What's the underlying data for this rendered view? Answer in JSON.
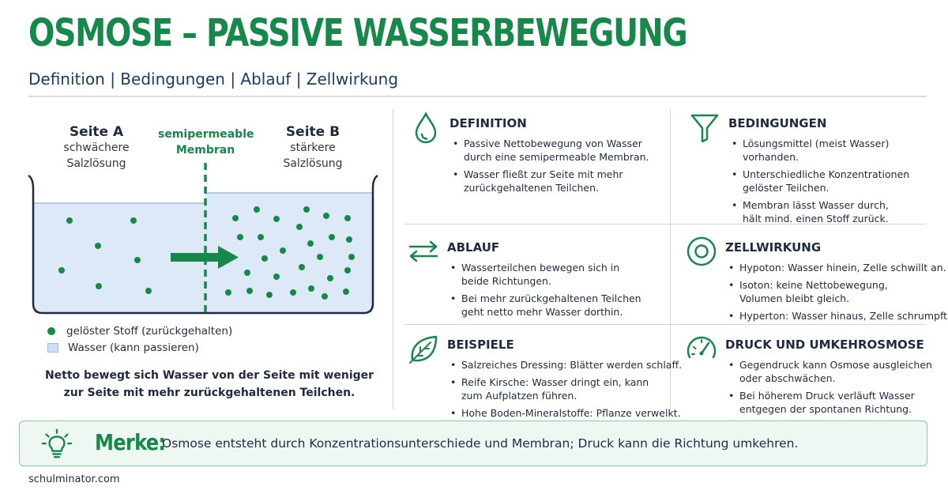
{
  "header": {
    "title": "OSMOSE – PASSIVE WASSERBEWEGUNG",
    "subtitle": "Definition | Bedingungen | Ablauf | Zellwirkung"
  },
  "diagram": {
    "side_a": {
      "title": "Seite A",
      "line1": "schwächere",
      "line2": "Salzlösung"
    },
    "membrane": {
      "line1": "semipermeable",
      "line2": "Membran"
    },
    "side_b": {
      "title": "Seite B",
      "line1": "stärkere",
      "line2": "Salzlösung"
    },
    "legend": [
      {
        "label": "gelöster Stoff (zurückgehalten)"
      },
      {
        "label": "Wasser (kann passieren)"
      }
    ],
    "netto_line1": "Netto bewegt sich Wasser von der Seite mit weniger",
    "netto_line2": "zur Seite mit mehr zurückgehaltenen Teilchen."
  },
  "cards": {
    "definition": {
      "title": "DEFINITION",
      "icon": "water-drop-icon",
      "b1l1": "Passive Nettobewegung von Wasser",
      "b1l2": "durch eine semipermeable Membran.",
      "b2l1": "Wasser fließt zur Seite mit mehr",
      "b2l2": "zurückgehaltenen Teilchen."
    },
    "bedingungen": {
      "title": "BEDINGUNGEN",
      "icon": "funnel-icon",
      "b1l1": "Lösungsmittel (meist Wasser)",
      "b1l2": "vorhanden.",
      "b2l1": "Unterschiedliche Konzentrationen",
      "b2l2": "gelöster Teilchen.",
      "b3l1": "Membran lässt Wasser durch,",
      "b3l2": "hält mind. einen Stoff zurück."
    },
    "ablauf": {
      "title": "ABLAUF",
      "icon": "exchange-arrows-icon",
      "b1l1": "Wasserteilchen bewegen sich in",
      "b1l2": "beide Richtungen.",
      "b2l1": "Bei mehr zurückgehaltenen Teilchen",
      "b2l2": "geht netto mehr Wasser dorthin."
    },
    "zellwirkung": {
      "title": "ZELLWIRKUNG",
      "icon": "cell-icon",
      "b1": "Hypoton: Wasser hinein, Zelle schwillt an.",
      "b2l1": "Isoton: keine Nettobewegung,",
      "b2l2": "Volumen bleibt gleich.",
      "b3": "Hyperton: Wasser hinaus, Zelle schrumpft."
    },
    "beispiele": {
      "title": "BEISPIELE",
      "icon": "leaf-icon",
      "b1": "Salzreiches Dressing: Blätter werden schlaff.",
      "b2l1": "Reife Kirsche: Wasser dringt ein, kann",
      "b2l2": "zum Aufplatzen führen.",
      "b3": "Hohe Boden-Mineralstoffe: Pflanze verwelkt."
    },
    "druck": {
      "title": "DRUCK UND UMKEHROSMOSE",
      "icon": "gauge-icon",
      "b1l1": "Gegendruck kann Osmose ausgleichen",
      "b1l2": "oder abschwächen.",
      "b2l1": "Bei höherem Druck verläuft Wasser",
      "b2l2": "entgegen der spontanen Richtung."
    }
  },
  "merke": {
    "label": "Merke:",
    "text": "Osmose entsteht durch Konzentrationsunterschiede und Membran; Druck kann die Richtung umkehren.",
    "icon": "lightbulb-icon"
  },
  "footer": {
    "site": "schulminator.com"
  },
  "colors": {
    "accent": "#16884a",
    "text": "#1f2a44",
    "water": "#dce9f7"
  }
}
